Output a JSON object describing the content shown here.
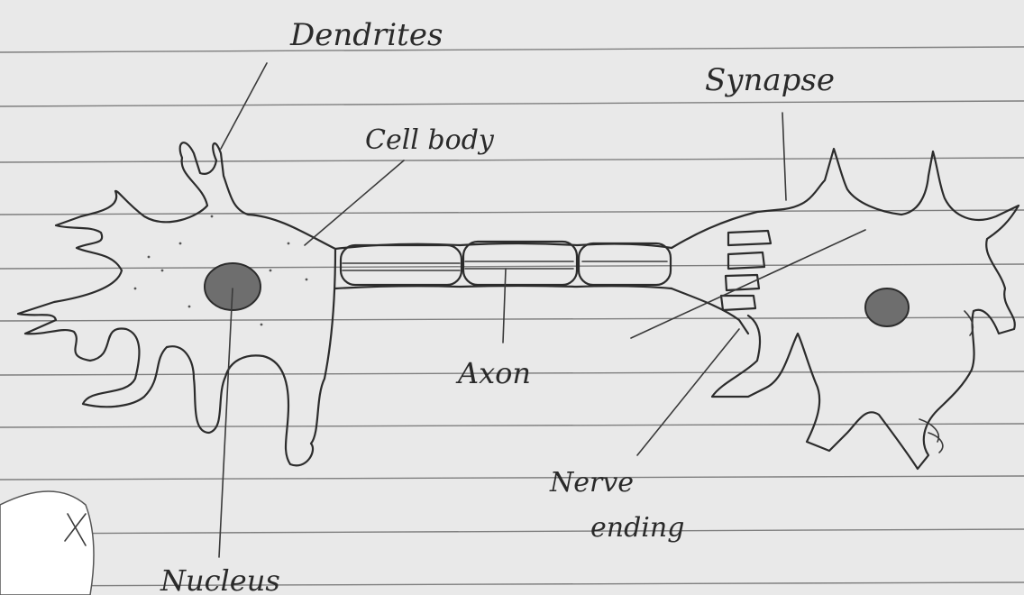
{
  "labels": {
    "dendrites": "Dendrites",
    "cell_body": "Cell body",
    "synapse": "Synapse",
    "axon": "Axon",
    "nerve_ending": "Nerve ending",
    "nerve_ending_line1": "Nerve",
    "nerve_ending_line2": "ending",
    "nucleus": "Nucleus"
  },
  "colors": {
    "paper": "#e9e9e9",
    "ink": "#2c2c2c",
    "ruled_line": "#7e7e7e",
    "nucleus_fill": "#6e6e6e"
  }
}
